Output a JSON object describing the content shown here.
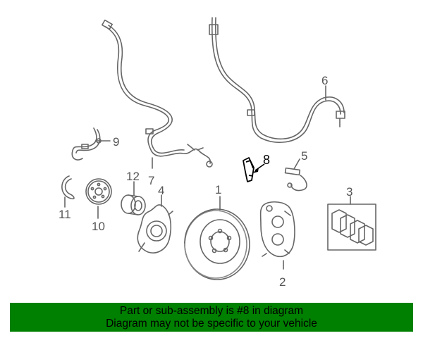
{
  "callouts": {
    "c1": "1",
    "c2": "2",
    "c3": "3",
    "c4": "4",
    "c5": "5",
    "c6": "6",
    "c7": "7",
    "c8": "8",
    "c9": "9",
    "c10": "10",
    "c11": "11",
    "c12": "12"
  },
  "banner": {
    "line1": "Part or sub-assembly is #8 in diagram",
    "line2": "Diagram may not be specific to your vehicle"
  },
  "colors": {
    "banner_bg": "#008000",
    "line_art": "#666666",
    "highlight": "#000000"
  }
}
